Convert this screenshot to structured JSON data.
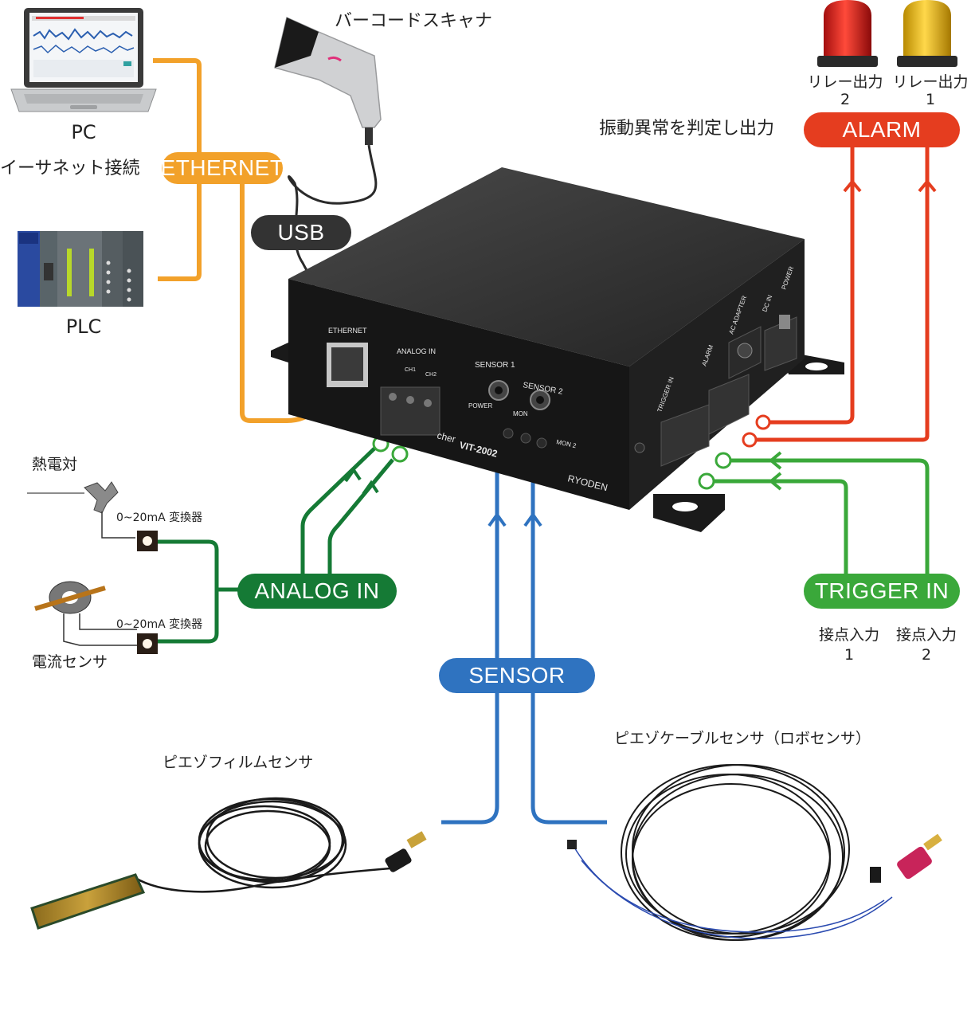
{
  "labels": {
    "pc": "PC",
    "plc": "PLC",
    "ethernet_conn": "イーサネット接続",
    "barcode": "バーコードスキャナ",
    "relay2": "リレー出力\n2",
    "relay1": "リレー出力\n1",
    "alarm_desc": "振動異常を判定し出力",
    "thermocouple": "熱電対",
    "converter1": "0~20mA 変換器",
    "converter2": "0~20mA 変換器",
    "current_sensor": "電流センサ",
    "contact1": "接点入力\n1",
    "contact2": "接点入力\n2",
    "piezo_film": "ピエゾフィルムセンサ",
    "piezo_cable": "ピエゾケーブルセンサ（ロボセンサ）"
  },
  "pills": {
    "ethernet": "ETHERNET",
    "usb": "USB",
    "alarm": "ALARM",
    "analog_in": "ANALOG IN",
    "trigger_in": "TRIGGER IN",
    "sensor": "SENSOR"
  },
  "device": {
    "port_ethernet": "ETHERNET",
    "port_analog": "ANALOG IN",
    "ch1": "CH1",
    "ch2": "CH2",
    "sensor1": "SENSOR 1",
    "sensor2": "SENSOR 2",
    "power": "POWER",
    "mon": "MON",
    "mon2": "MON 2",
    "model_prefix": "cher",
    "model": "VIT-2002",
    "brand": "RYODEN",
    "trigger_in": "TRIGGER IN",
    "alarm": "ALARM",
    "ac_adapter": "AC ADAPTER",
    "dc_in": "DC IN",
    "power_side": "POWER"
  },
  "colors": {
    "ethernet": "#f2a12a",
    "alarm": "#e53d1f",
    "analog": "#157a35",
    "trigger": "#3aa83a",
    "sensor": "#2f73c0",
    "usb": "#333333"
  }
}
